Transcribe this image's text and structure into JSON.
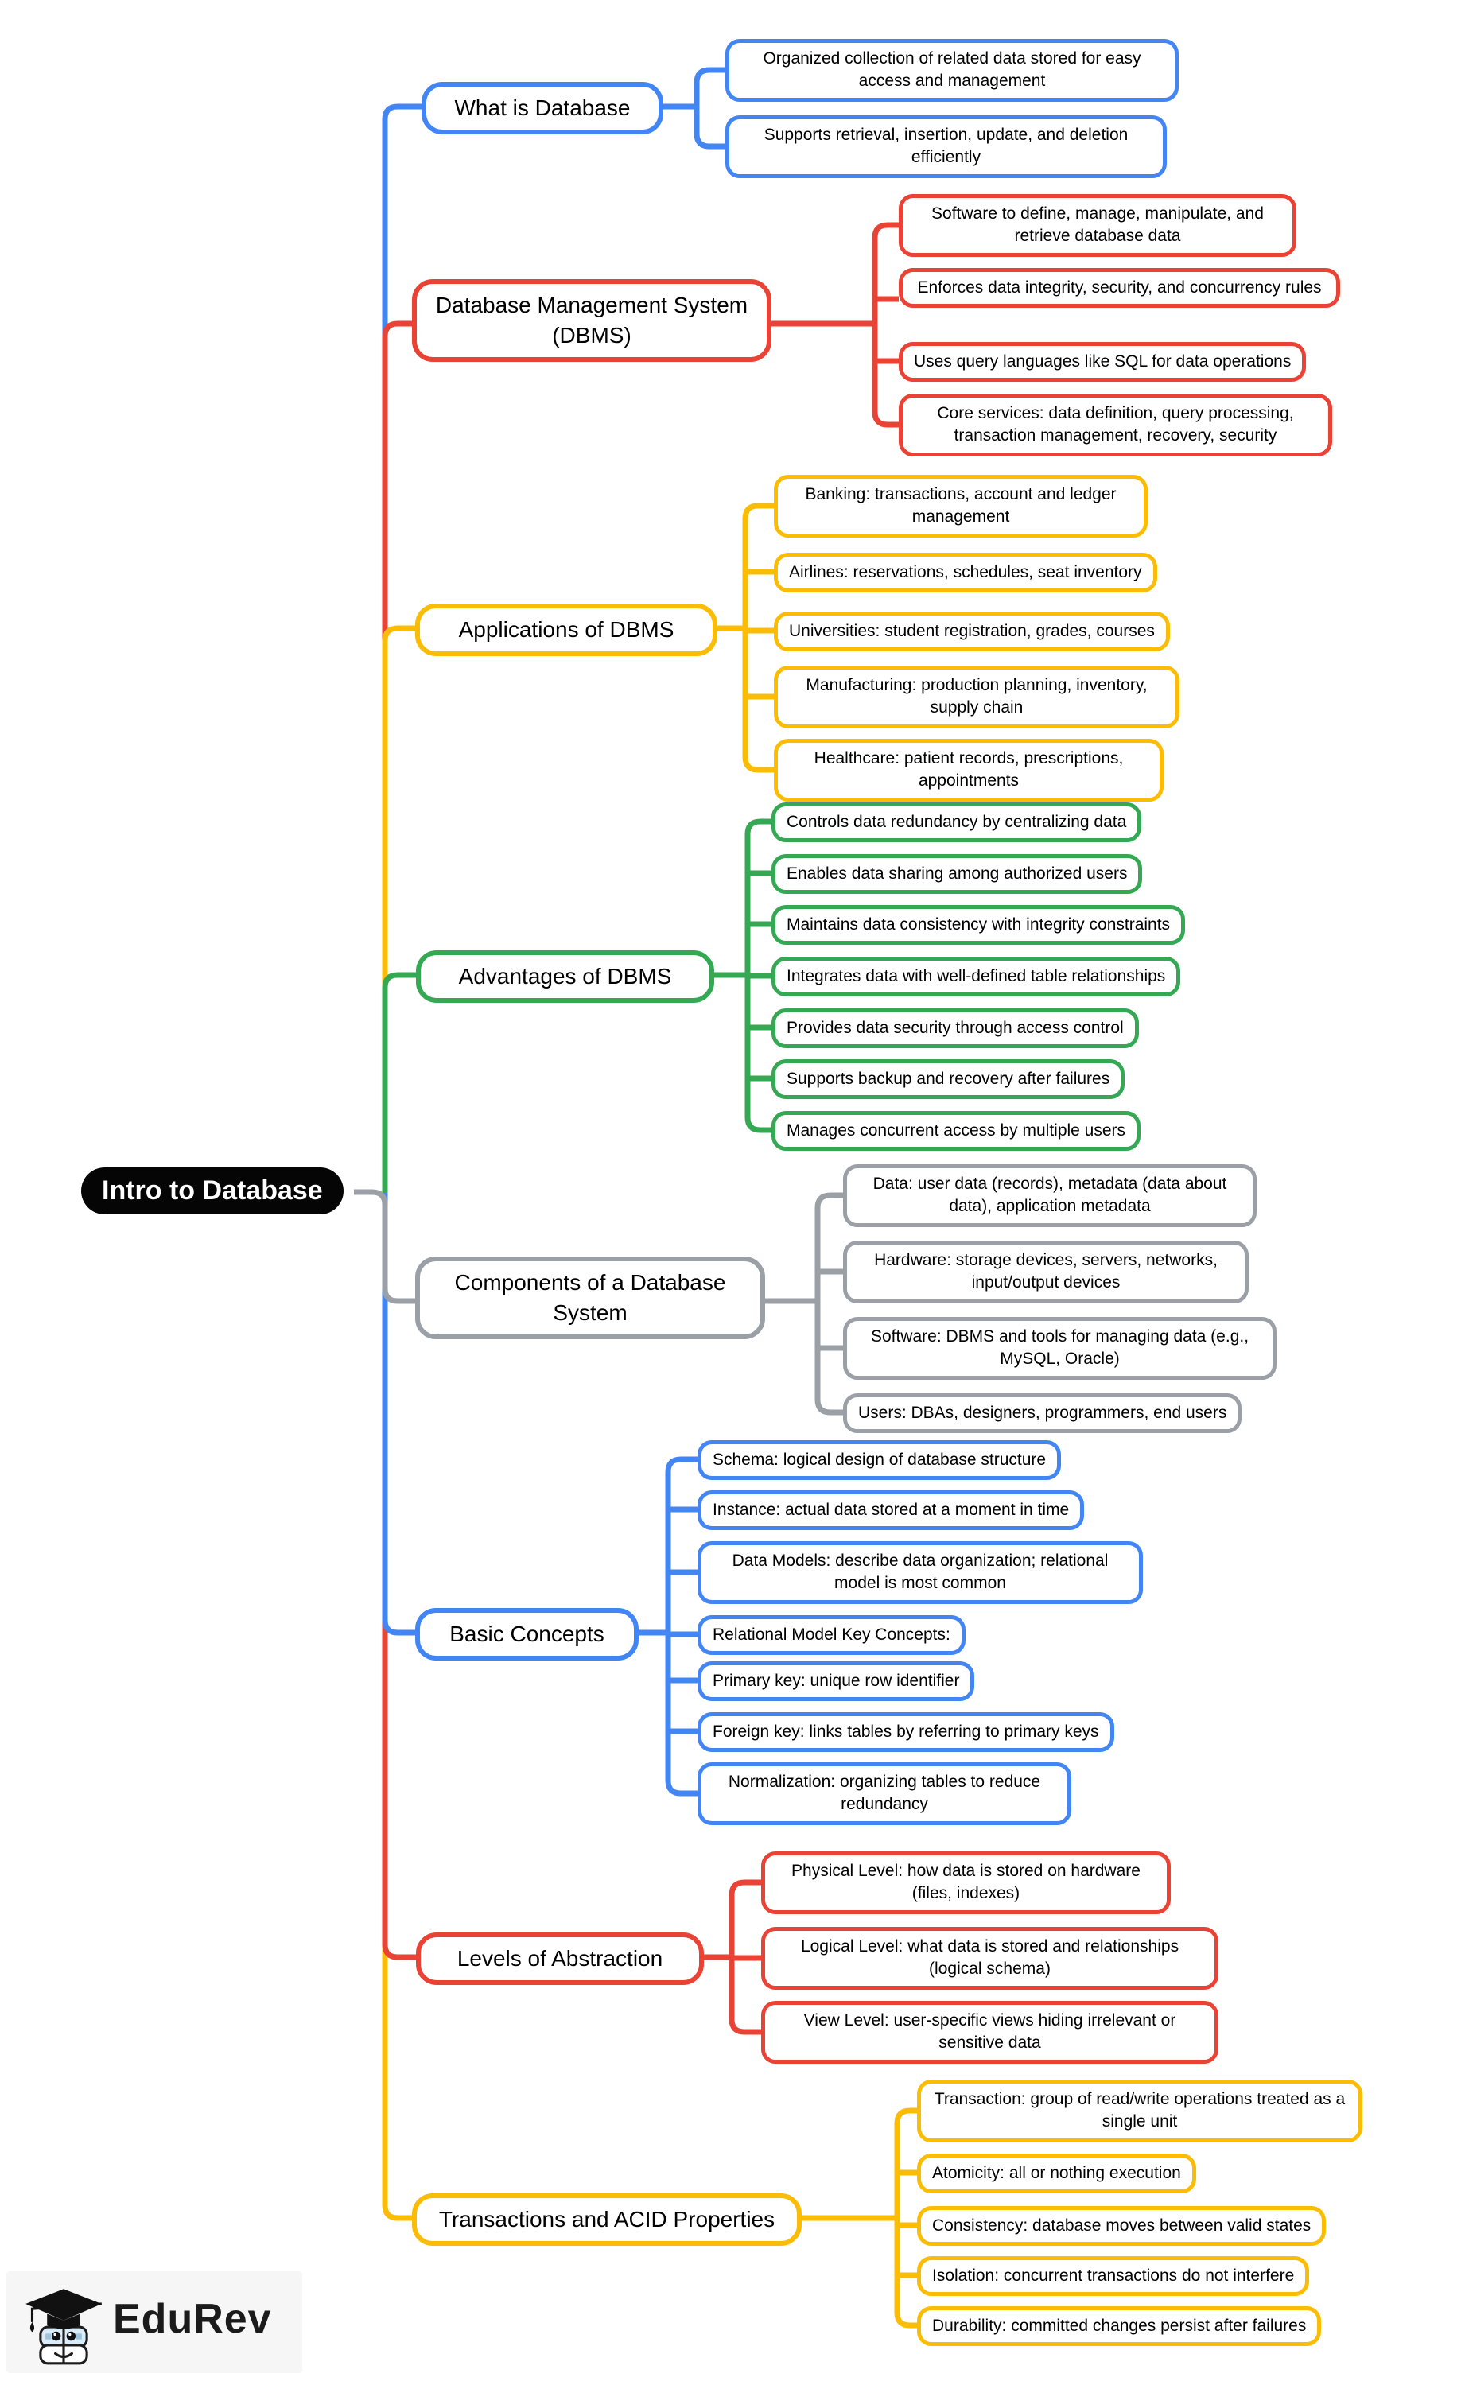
{
  "root": {
    "label": "Intro to Database",
    "bg_color": "#000000",
    "text_color": "#ffffff"
  },
  "branches": [
    {
      "label": "What is Database",
      "color": "#4285F4",
      "children": [
        "Organized collection of related data stored for easy access and management",
        "Supports retrieval, insertion, update, and deletion efficiently"
      ]
    },
    {
      "label": "Database Management System (DBMS)",
      "color": "#EA4335",
      "children": [
        "Software to define, manage, manipulate, and retrieve database data",
        "Enforces data integrity, security, and concurrency rules",
        "Uses query languages like SQL for data operations",
        "Core services: data definition, query processing, transaction management, recovery, security"
      ]
    },
    {
      "label": "Applications of DBMS",
      "color": "#FBBC05",
      "children": [
        "Banking: transactions, account and ledger management",
        "Airlines: reservations, schedules, seat inventory",
        "Universities: student registration, grades, courses",
        "Manufacturing: production planning, inventory, supply chain",
        "Healthcare: patient records, prescriptions, appointments"
      ]
    },
    {
      "label": "Advantages of DBMS",
      "color": "#34A853",
      "children": [
        "Controls data redundancy by centralizing data",
        "Enables data sharing among authorized users",
        "Maintains data consistency with integrity constraints",
        "Integrates data with well-defined table relationships",
        "Provides data security through access control",
        "Supports backup and recovery after failures",
        "Manages concurrent access by multiple users"
      ]
    },
    {
      "label": "Components of a Database System",
      "color": "#9AA0A6",
      "children": [
        "Data: user data (records), metadata (data about data), application metadata",
        "Hardware: storage devices, servers, networks, input/output devices",
        "Software: DBMS and tools for managing data (e.g., MySQL, Oracle)",
        "Users: DBAs, designers, programmers, end users"
      ]
    },
    {
      "label": "Basic Concepts",
      "color": "#4285F4",
      "children": [
        "Schema: logical design of database structure",
        "Instance: actual data stored at a moment in time",
        "Data Models: describe data organization; relational model is most common",
        "Relational Model Key Concepts:",
        "Primary key: unique row identifier",
        "Foreign key: links tables by referring to primary keys",
        "Normalization: organizing tables to reduce redundancy"
      ]
    },
    {
      "label": "Levels of Abstraction",
      "color": "#EA4335",
      "children": [
        "Physical Level: how data is stored on hardware (files, indexes)",
        "Logical Level: what data is stored and relationships (logical schema)",
        "View Level: user-specific views hiding irrelevant or sensitive data"
      ]
    },
    {
      "label": "Transactions and ACID Properties",
      "color": "#FBBC05",
      "children": [
        "Transaction: group of read/write operations treated as a single unit",
        "Atomicity: all or nothing execution",
        "Consistency: database moves between valid states",
        "Isolation: concurrent transactions do not interfere",
        "Durability: committed changes persist after failures"
      ]
    }
  ],
  "footer": {
    "brand": "EduRev"
  }
}
